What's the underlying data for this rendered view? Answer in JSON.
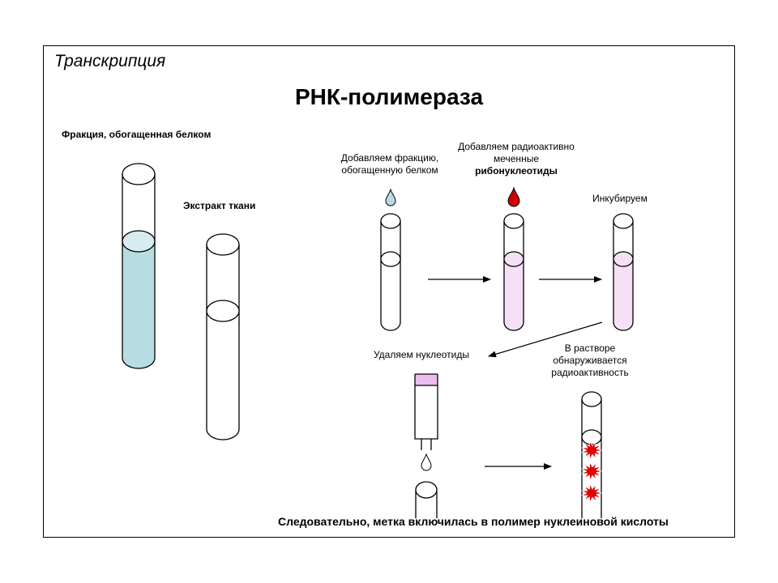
{
  "header": {
    "section_title": "Транскрипция",
    "main_title": "РНК-полимераза"
  },
  "labels": {
    "fraction": "Фракция, обогащенная белком",
    "extract": "Экстракт ткани",
    "add_fraction_line1": "Добавляем фракцию,",
    "add_fraction_line2": "обогащенную белком",
    "add_nucleotides_line1": "Добавляем радиоактивно",
    "add_nucleotides_line2": "меченные",
    "add_nucleotides_line3": "рибонуклеотиды",
    "incubate": "Инкубируем",
    "remove_nucleotides": "Удаляем нуклеотиды",
    "radioactivity_line1": "В растворе",
    "radioactivity_line2": "обнаруживается",
    "radioactivity_line3": "радиоактивность",
    "conclusion": "Следовательно, метка включилась в полимер нуклеиновой кислоты"
  },
  "colors": {
    "protein_fraction": "#b7dde2",
    "protein_drop": "#b7dde2",
    "radioactive_drop": "#cc0000",
    "reaction_mix": "#f6e0f6",
    "column_band": "#ecbcec",
    "radioactive_burst": "#dd0000",
    "outline": "#000000"
  },
  "icons": {
    "drop": "drop-icon",
    "burst": "radioactive-burst-icon"
  }
}
